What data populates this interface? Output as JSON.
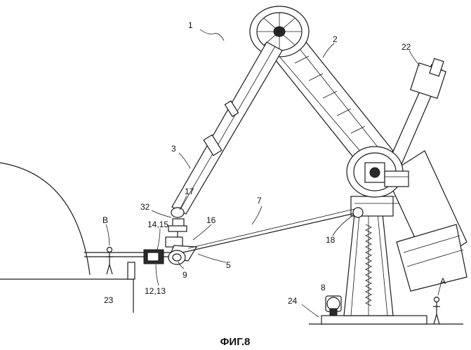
{
  "figure": {
    "caption": "ФИГ.8"
  },
  "labels": {
    "l1": "1",
    "l2": "2",
    "l3": "3",
    "l5": "5",
    "l7": "7",
    "l8": "8",
    "l9": "9",
    "l14_15": "14,15",
    "l12_13": "12,13",
    "l16": "16",
    "l17": "17",
    "l18": "18",
    "l22": "22",
    "l23": "23",
    "l24": "24",
    "l32": "32",
    "lA": "A",
    "lB": "B"
  }
}
